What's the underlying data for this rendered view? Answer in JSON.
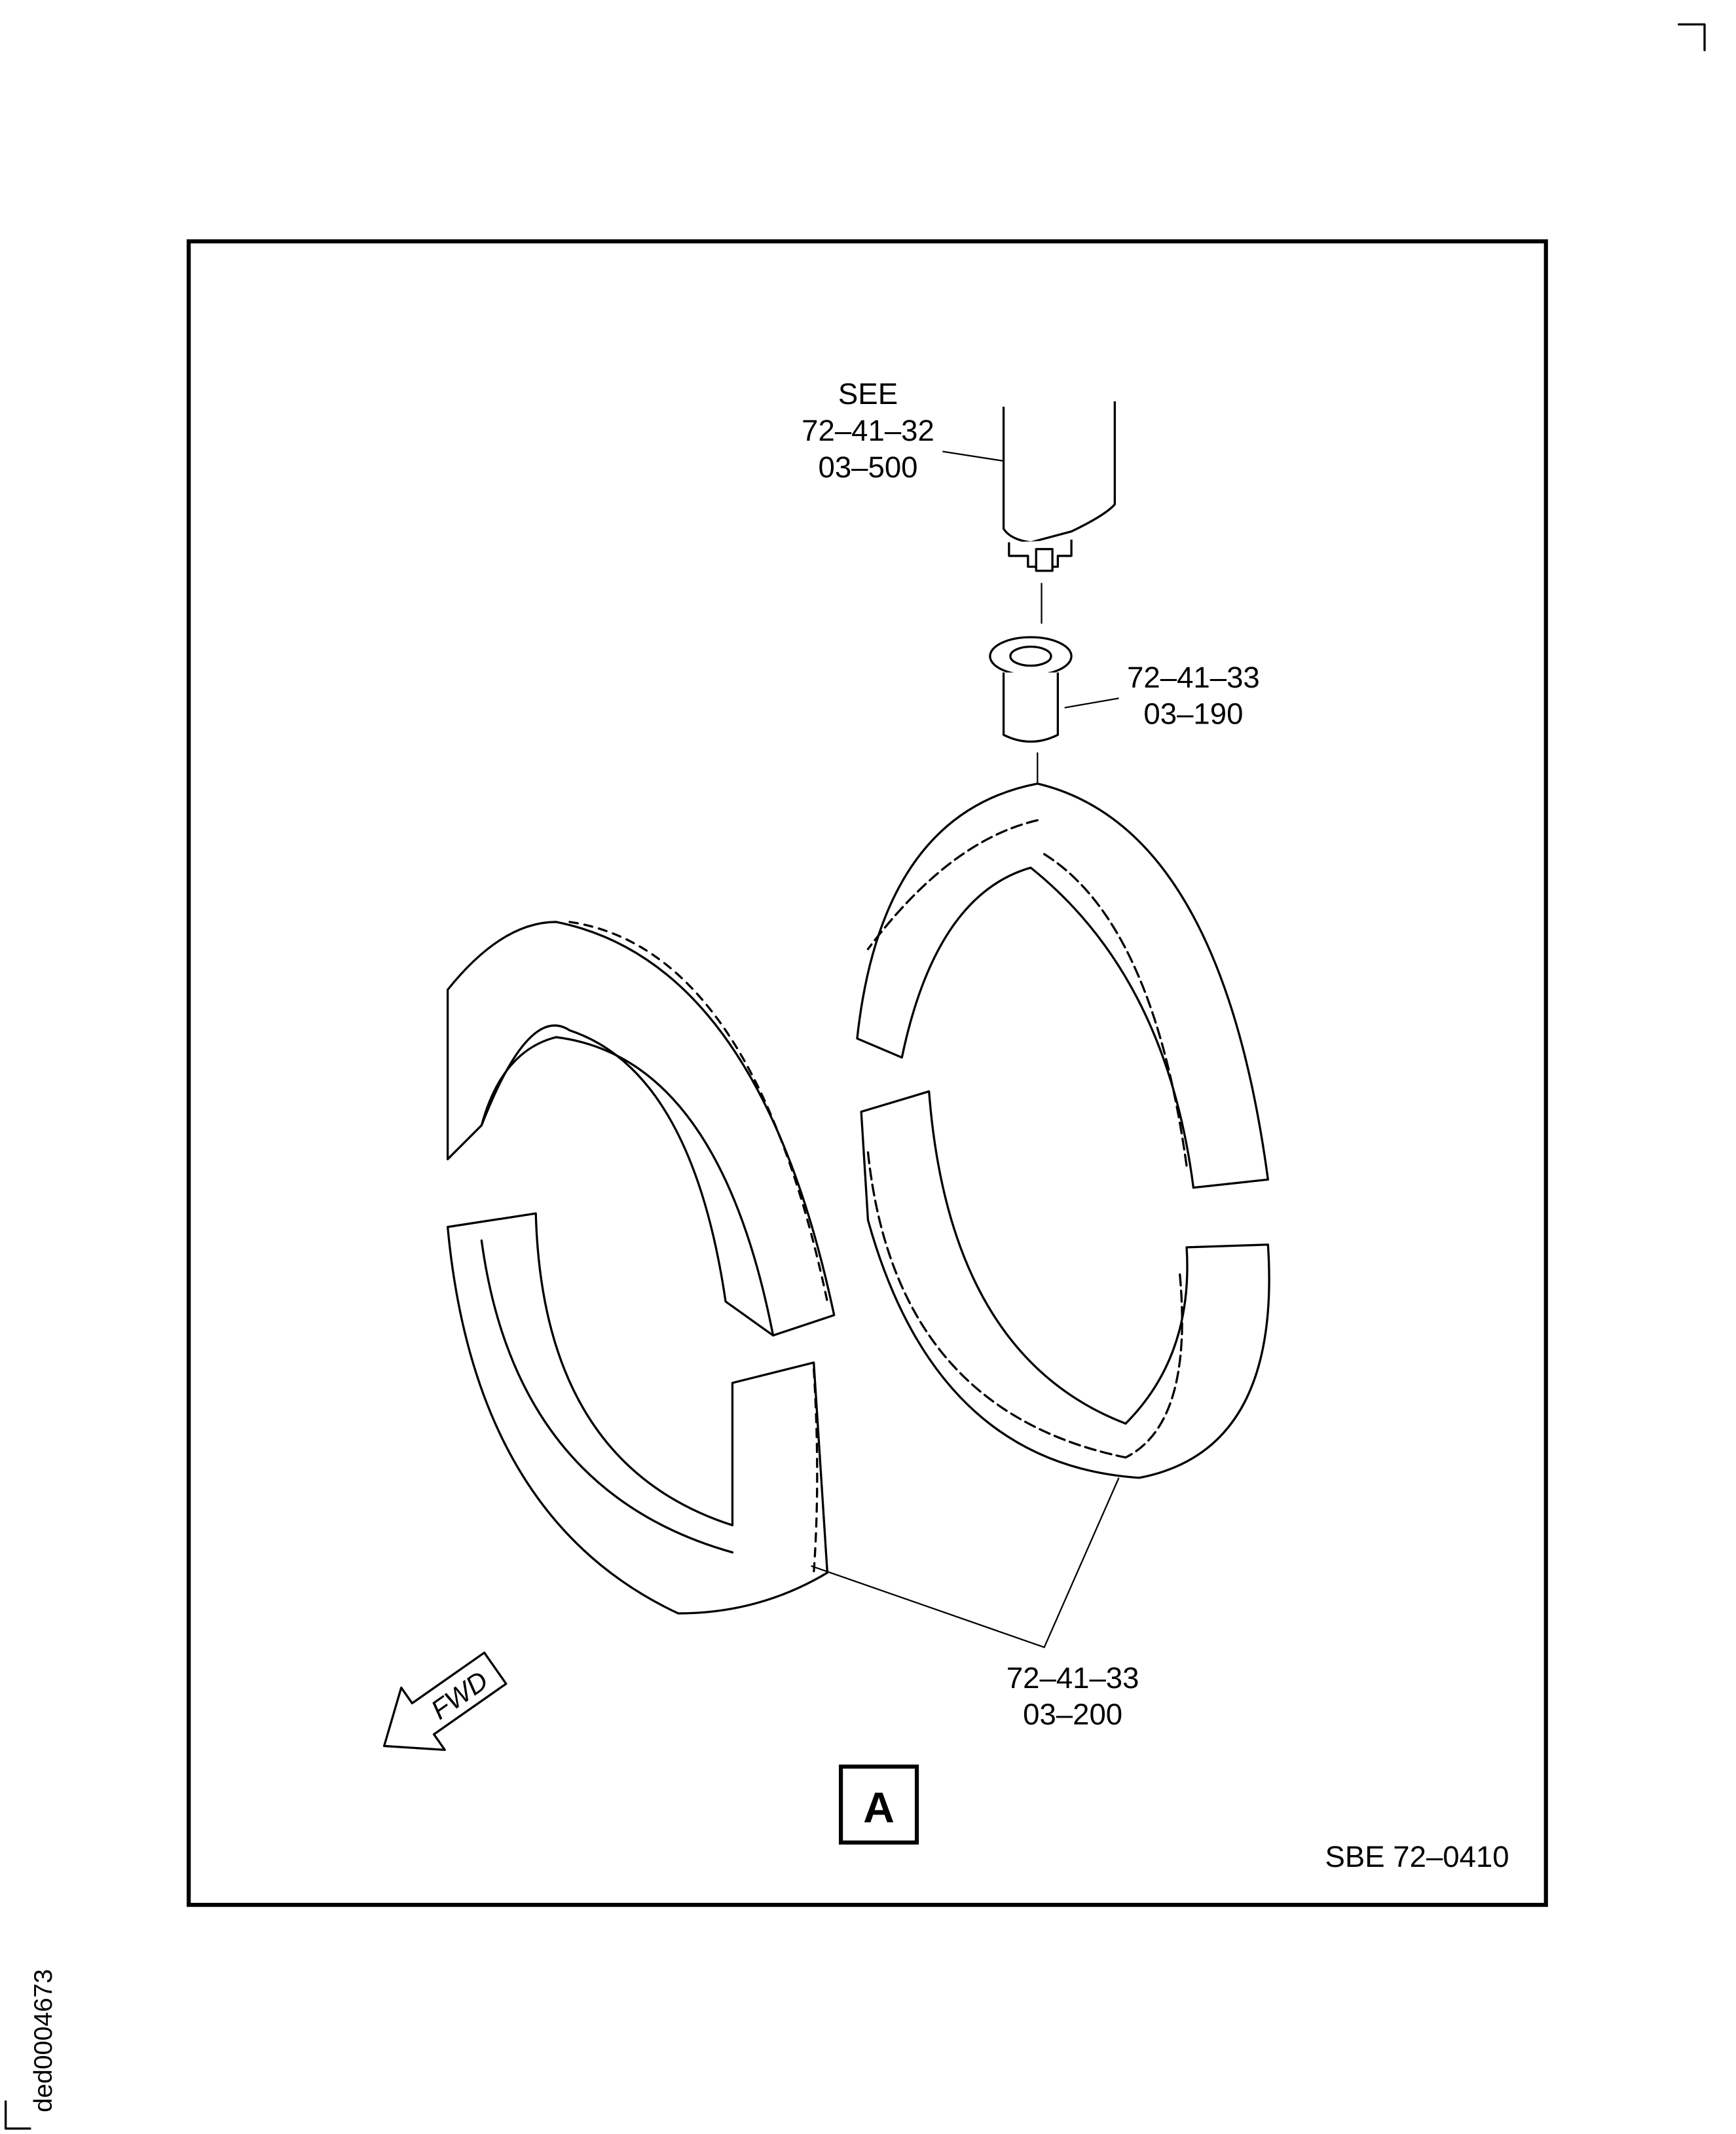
{
  "figure": {
    "drawing_id": "ded0004673",
    "sheet_ref": "SBE 72–0410",
    "view_label": "A",
    "direction_arrow": "FWD"
  },
  "callouts": [
    {
      "line1": "SEE",
      "line2": "72–41–32",
      "line3": "03–500"
    },
    {
      "line1": "72–41–33",
      "line2": "03–190"
    },
    {
      "line1": "72–41–33",
      "line2": "03–200"
    }
  ],
  "colors": {
    "ink": "#000000",
    "paper": "#ffffff"
  }
}
